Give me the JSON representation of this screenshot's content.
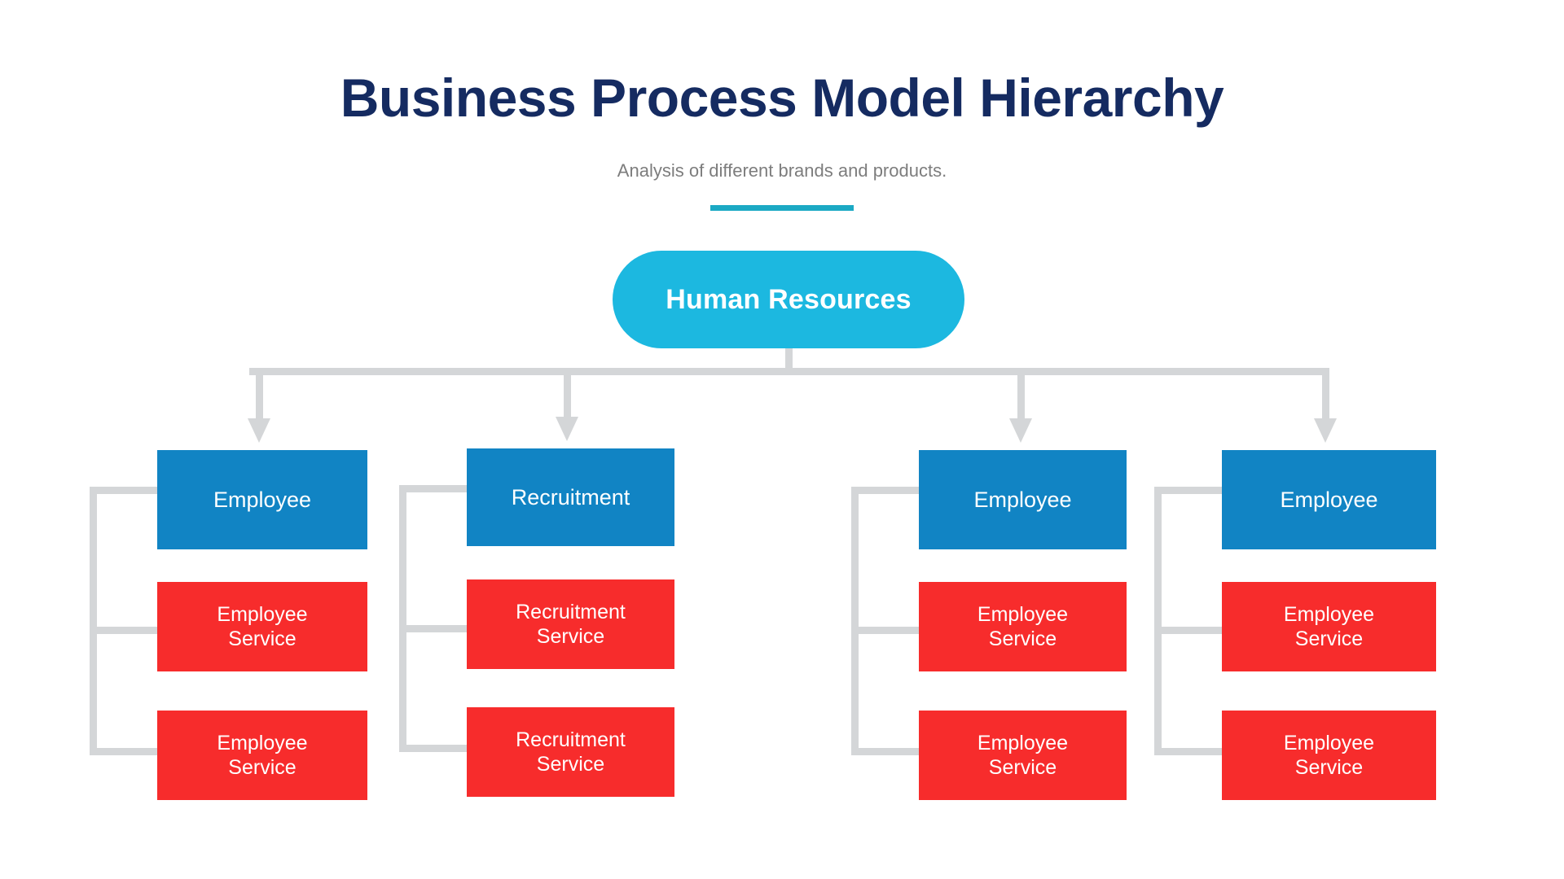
{
  "header": {
    "title": "Business Process Model Hierarchy",
    "subtitle": "Analysis of different brands and products.",
    "accent_color": "#1BA9C4"
  },
  "colors": {
    "title": "#152B61",
    "subtitle": "#7D7D7D",
    "root": "#1CB8E0",
    "level1": "#1184C4",
    "level2": "#F72C2C",
    "connector": "#D4D6D8",
    "background": "#FFFFFF"
  },
  "chart_data": {
    "type": "diagram",
    "diagram_type": "org-hierarchy-tree",
    "title": "Business Process Model Hierarchy",
    "subtitle": "Analysis of different brands and products.",
    "root": {
      "label": "Human Resources",
      "shape": "pill",
      "color": "#1CB8E0"
    },
    "branch_count": 4,
    "columns": [
      {
        "head": "Employee",
        "children": [
          "Employee\nService",
          "Employee\nService"
        ]
      },
      {
        "head": "Recruitment",
        "children": [
          "Recruitment\nService",
          "Recruitment\nService"
        ]
      },
      {
        "head": "Employee",
        "children": [
          "Employee\nService",
          "Employee\nService"
        ]
      },
      {
        "head": "Employee",
        "children": [
          "Employee\nService",
          "Employee\nService"
        ]
      }
    ]
  },
  "nodes": {
    "root": "Human Resources",
    "col1": {
      "head": "Employee",
      "child1_line1": "Employee",
      "child1_line2": "Service",
      "child2_line1": "Employee",
      "child2_line2": "Service"
    },
    "col2": {
      "head": "Recruitment",
      "child1_line1": "Recruitment",
      "child1_line2": "Service",
      "child2_line1": "Recruitment",
      "child2_line2": "Service"
    },
    "col3": {
      "head": "Employee",
      "child1_line1": "Employee",
      "child1_line2": "Service",
      "child2_line1": "Employee",
      "child2_line2": "Service"
    },
    "col4": {
      "head": "Employee",
      "child1_line1": "Employee",
      "child1_line2": "Service",
      "child2_line1": "Employee",
      "child2_line2": "Service"
    }
  }
}
